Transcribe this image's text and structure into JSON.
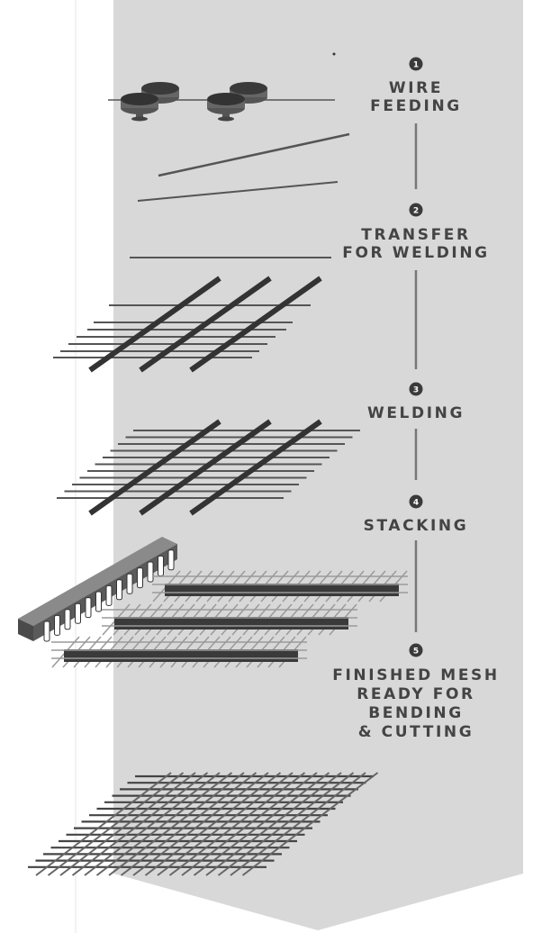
{
  "steps": [
    {
      "number": "1",
      "lines": [
        "WIRE",
        "FEEDING"
      ]
    },
    {
      "number": "2",
      "lines": [
        "TRANSFER",
        "FOR WELDING"
      ]
    },
    {
      "number": "3",
      "lines": [
        "WELDING"
      ]
    },
    {
      "number": "4",
      "lines": [
        "STACKING"
      ]
    },
    {
      "number": "5",
      "lines": [
        "FINISHED MESH",
        "READY FOR",
        "BENDING",
        "& CUTTING"
      ]
    }
  ],
  "colors": {
    "panel": "#d8d8d8",
    "connector": "#777777",
    "badge": "#3a3a3a",
    "label": "#444444",
    "bar": "#333333",
    "wire": "#555555",
    "light_wire": "#9a9a9a"
  }
}
